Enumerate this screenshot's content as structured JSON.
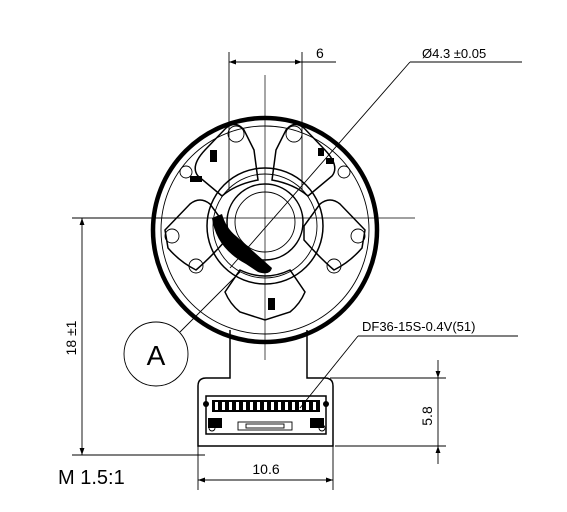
{
  "labels": {
    "dim_width_top": "6",
    "dim_diameter": "Ø4.3 ±0.05",
    "dim_height": "18 ±1",
    "connector_label": "DF36-15S-0.4V(51)",
    "dim_connector_height": "5.8",
    "dim_width_bottom": "10.6",
    "scale_label": "M 1.5:1",
    "detail_marker": "A"
  }
}
